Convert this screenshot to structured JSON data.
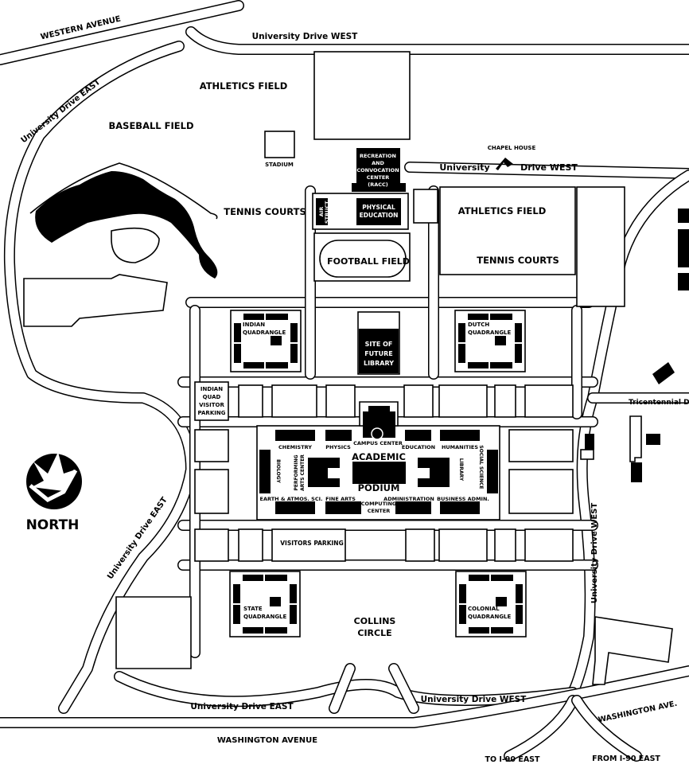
{
  "map": {
    "roads": {
      "western_avenue": "WESTERN AVENUE",
      "univ_drive_west_top": "University Drive WEST",
      "univ_drive_east_nw": "University Drive EAST",
      "univ_drive_west_chapel_a": "University",
      "univ_drive_west_chapel_b": "Drive WEST",
      "univ_drive_east_w": "University Drive EAST",
      "univ_drive_west_e": "University Drive WEST",
      "tricentennial": "Tricentennial Dr",
      "univ_drive_east_s": "University Drive EAST",
      "univ_drive_west_s": "University Drive WEST",
      "washington_avenue": "WASHINGTON AVENUE",
      "washington_ave_e": "WASHINGTON AVE.",
      "to_i90": "TO I-90 EAST",
      "from_i90": "FROM I-90 EAST"
    },
    "areas": {
      "athletics_field_n": "ATHLETICS FIELD",
      "baseball_field": "BASEBALL FIELD",
      "stadium": "STADIUM",
      "tennis_courts_w": "TENNIS COURTS",
      "chapel_house": "CHAPEL HOUSE",
      "athletics_field_e": "ATHLETICS FIELD",
      "football_field": "FOOTBALL FIELD",
      "tennis_courts_e": "TENNIS COURTS",
      "visitors_parking": "VISITORS PARKING",
      "collins_circle": [
        "COLLINS",
        "CIRCLE"
      ],
      "indian_quad_parking": [
        "INDIAN",
        "QUAD",
        "VISITOR",
        "PARKING"
      ]
    },
    "buildings": {
      "racc": [
        "RECREATION",
        "AND",
        "CONVOCATION",
        "CENTER",
        "(RACC)"
      ],
      "air_struct": [
        "AIR",
        "STRUCT."
      ],
      "physical_education": [
        "PHYSICAL",
        "EDUCATION"
      ],
      "future_library": [
        "SITE OF",
        "FUTURE",
        "LIBRARY"
      ],
      "indian_quad": [
        "INDIAN",
        "QUADRANGLE"
      ],
      "dutch_quad": [
        "DUTCH",
        "QUADRANGLE"
      ],
      "state_quad": [
        "STATE",
        "QUADRANGLE"
      ],
      "colonial_quad": [
        "COLONIAL",
        "QUADRANGLE"
      ]
    },
    "podium": {
      "title_top": "ACADEMIC",
      "title_bottom": "PODIUM",
      "chemistry": "CHEMISTRY",
      "physics": "PHYSICS",
      "campus_center": "CAMPUS CENTER",
      "education": "EDUCATION",
      "humanities": "HUMANITIES",
      "biology": "BIOLOGY",
      "performing_arts": [
        "PERFORMING",
        "ARTS CENTER"
      ],
      "library": "LIBRARY",
      "social_science": "SOCIAL SCIENCE",
      "earth_atmos": "EARTH & ATMOS. SCI.",
      "fine_arts": "FINE ARTS",
      "computing": [
        "COMPUTING",
        "CENTER"
      ],
      "administration": "ADMINISTRATION",
      "business": "BUSINESS ADMIN."
    },
    "compass": {
      "label": "NORTH",
      "icon": "north-arrow-icon"
    }
  }
}
